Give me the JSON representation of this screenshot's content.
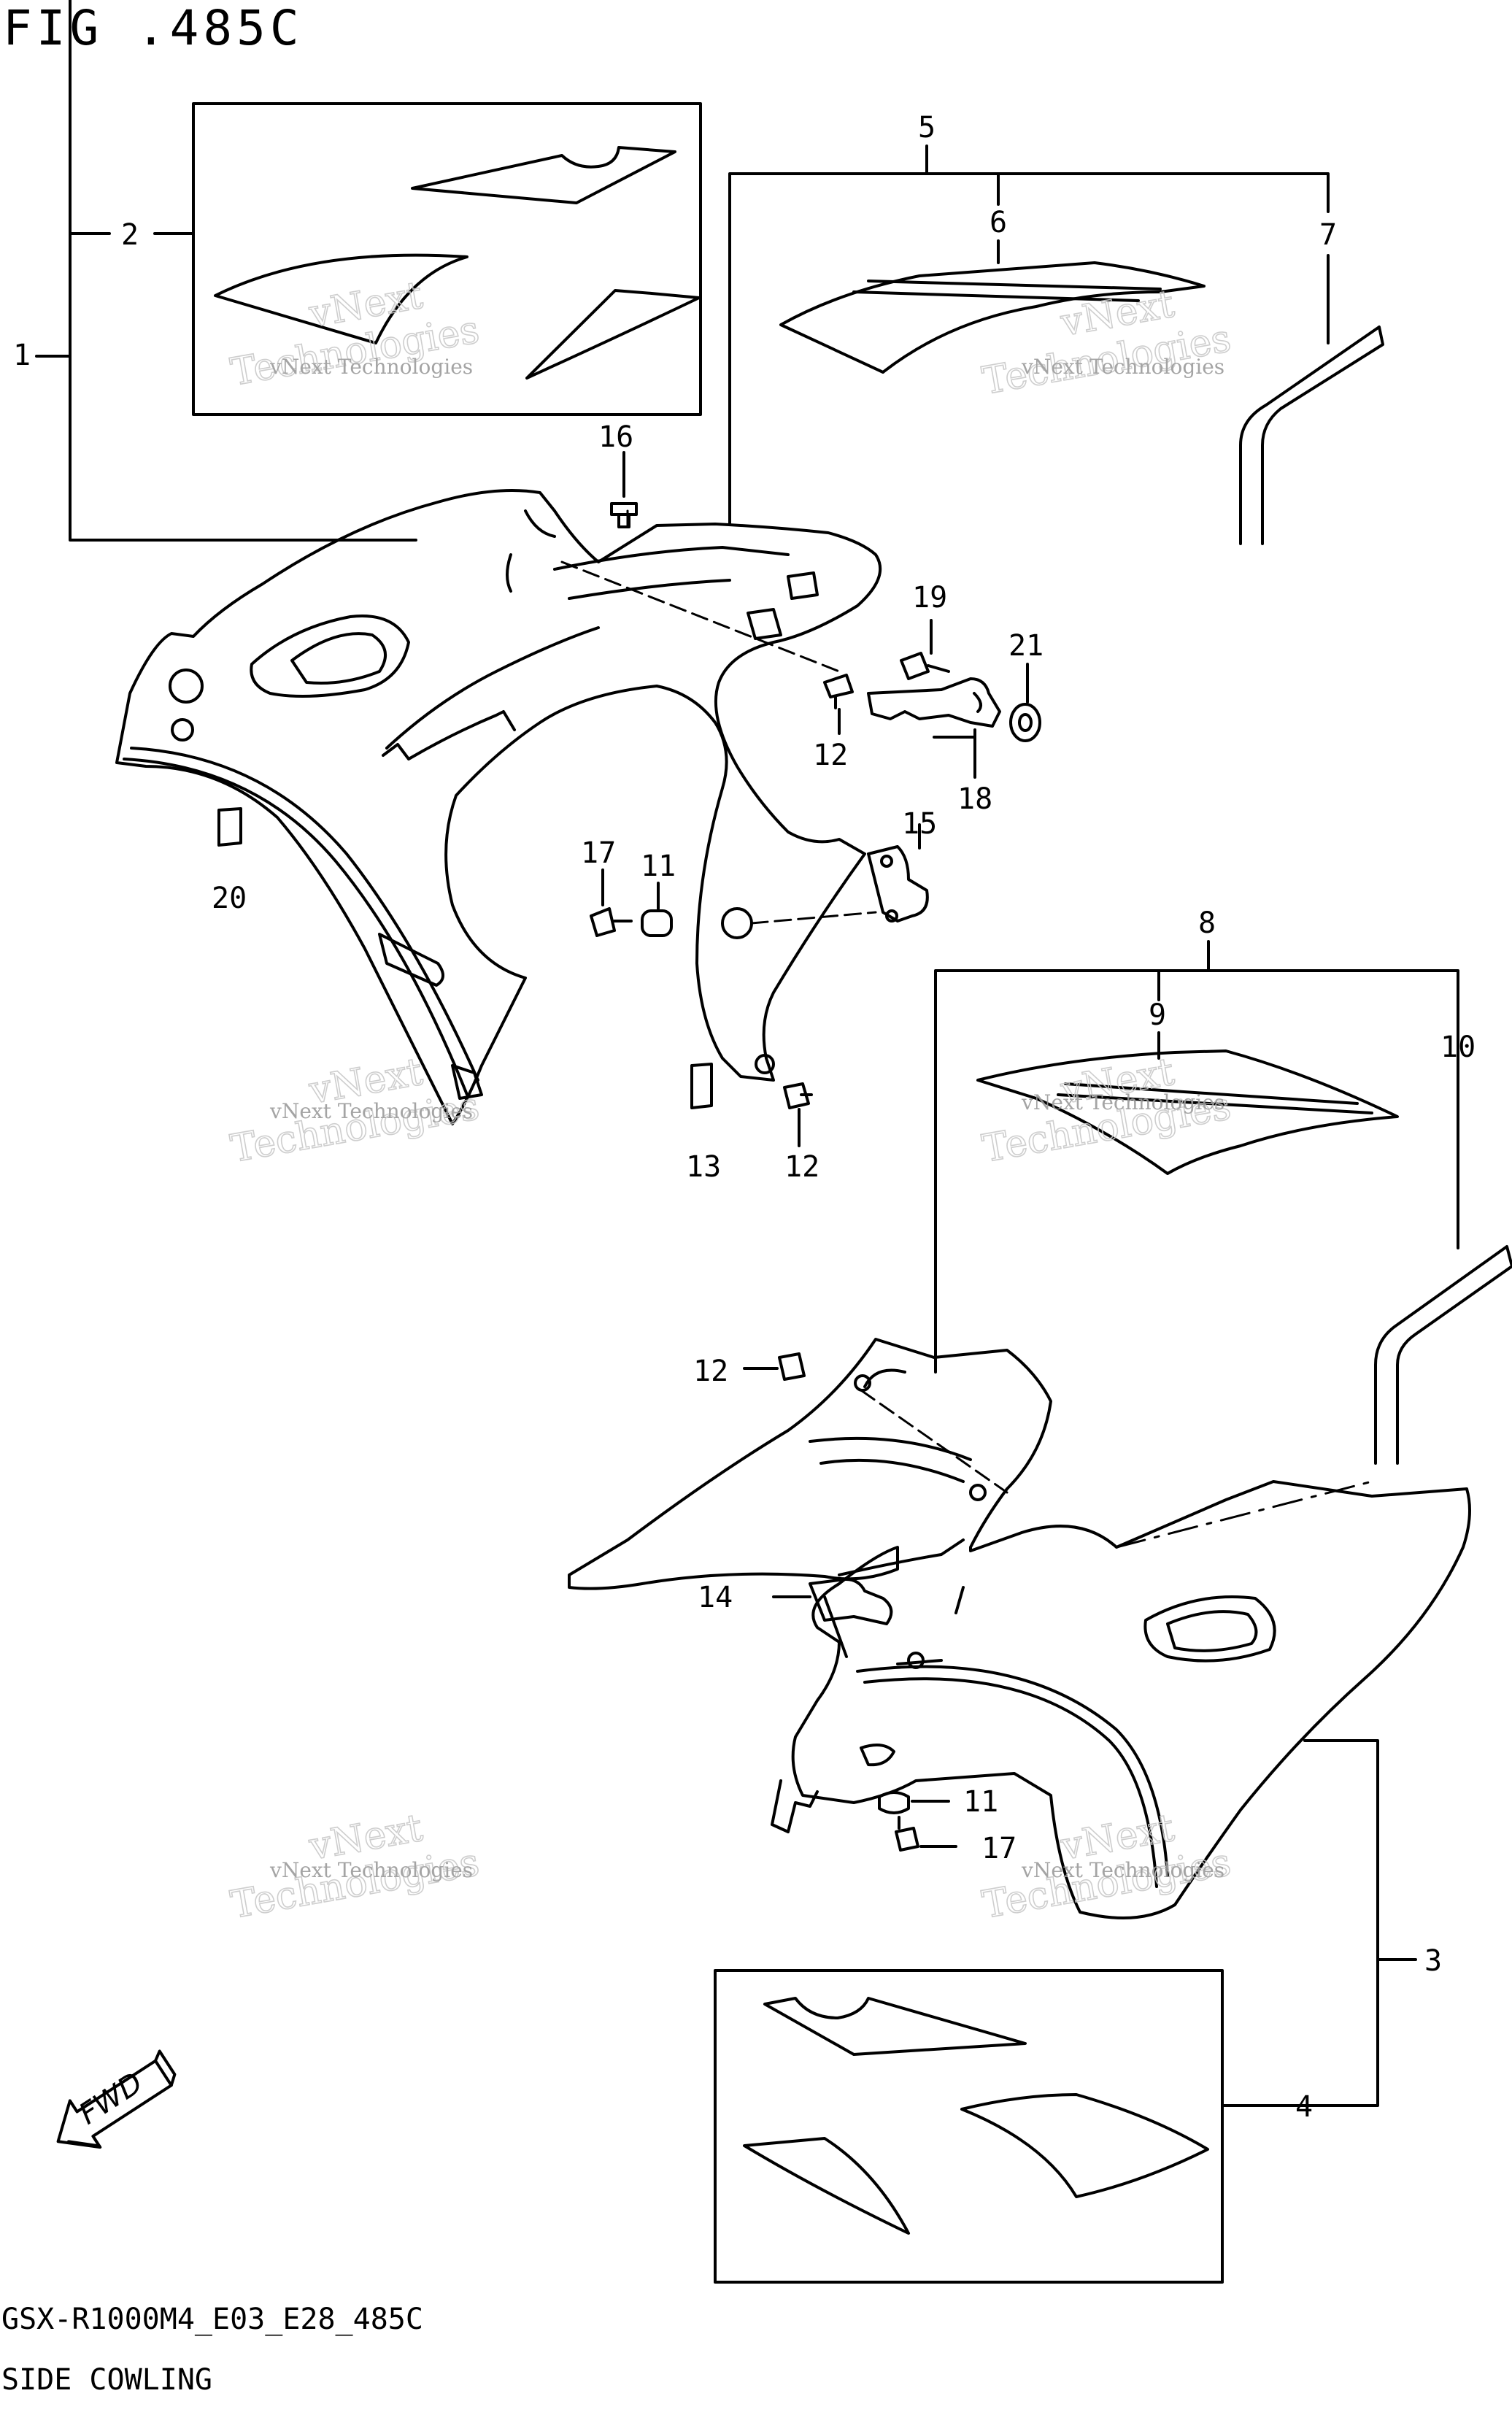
{
  "header": {
    "fig_title": "FIG .485C"
  },
  "footer": {
    "model_code": "GSX-R1000M4_E03_E28_485C",
    "group_name": "SIDE COWLING"
  },
  "callouts": [
    "1",
    "2",
    "3",
    "4",
    "5",
    "6",
    "7",
    "8",
    "9",
    "10",
    "11",
    "12",
    "13",
    "14",
    "15",
    "16",
    "17",
    "18",
    "19",
    "20",
    "21"
  ],
  "callout_labels": {
    "c1": "1",
    "c2": "2",
    "c3": "3",
    "c4": "4",
    "c5": "5",
    "c6": "6",
    "c7": "7",
    "c8": "8",
    "c9": "9",
    "c10": "10",
    "c11a": "11",
    "c11b": "11",
    "c12a": "12",
    "c12b": "12",
    "c12c": "12",
    "c13": "13",
    "c14": "14",
    "c15": "15",
    "c16": "16",
    "c17a": "17",
    "c17b": "17",
    "c18": "18",
    "c19": "19",
    "c20": "20",
    "c21": "21"
  },
  "direction_marker": {
    "label": "FWD",
    "icon": "forward-arrow-icon"
  },
  "watermark": {
    "line1": "vNext Technologies",
    "line2": "vNext",
    "line3": "Technologies"
  }
}
